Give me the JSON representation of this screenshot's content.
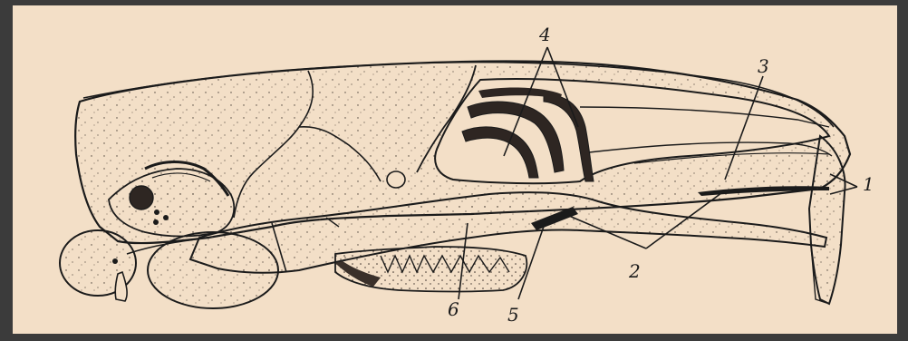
{
  "figure": {
    "background": "#f3dfc7",
    "frame_color": "#3b3b3b",
    "ink": "#1b1b1b",
    "labels": {
      "l1": "1",
      "l2": "2",
      "l3": "3",
      "l4": "4",
      "l5": "5",
      "l6": "6"
    }
  }
}
